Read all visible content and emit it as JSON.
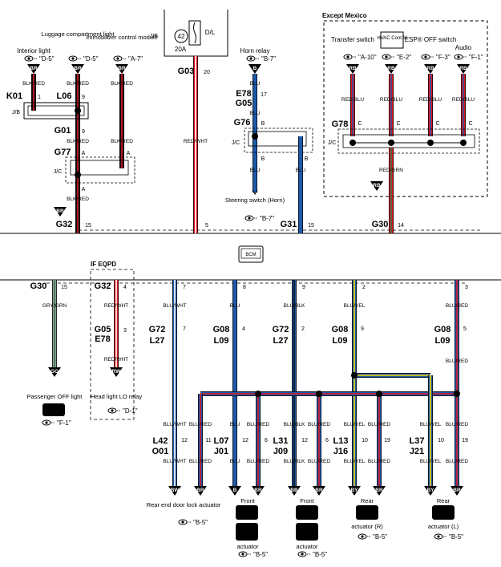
{
  "colors": {
    "BR": "#6b3a1f",
    "BLK": "#111111",
    "RED": "#e0141e",
    "WHT": "#ffffff",
    "BLU": "#1f5aa8",
    "GRY": "#9a9a9a",
    "GRN": "#2e7d52",
    "YEL": "#f2d400"
  },
  "section_except_mexico": "Except Mexico",
  "section_if_eqpd": "IF EQPD",
  "bcm_label": "BCM",
  "jb_label": "J/B",
  "jc_label": "J/C",
  "fuse": {
    "number": "42",
    "rating": "20A",
    "name": "D/L"
  },
  "top_components": [
    {
      "name": "Interior light",
      "ref": "\"D-5\"",
      "ground": "BR"
    },
    {
      "name": "Luggage compartment light",
      "ref": "\"D-5\"",
      "ground": "BR"
    },
    {
      "name": "Immobilizer control module",
      "ref": "\"A-7\"",
      "ground": "BR"
    },
    {
      "name": "Horn relay",
      "ref": "\"B-7\"",
      "ground": "B"
    },
    {
      "name": "Transfer switch",
      "ref": "\"A-10\"",
      "ground": "RB"
    },
    {
      "name": "HVAC Cont.M",
      "ref": "\"E-2\"",
      "ground": "RB"
    },
    {
      "name": "ESP® OFF switch",
      "ref": "\"F-3\"",
      "ground": "RB"
    },
    {
      "name": "Audio",
      "ref": "\"F-1\"",
      "ground": "RB"
    }
  ],
  "connectors": {
    "K01": "K01",
    "L06": "L06",
    "G01": "G01",
    "G77": "G77",
    "G32": "G32",
    "G03": "G03",
    "E78": "E78",
    "G05": "G05",
    "G76": "G76",
    "G31": "G31",
    "G78": "G78",
    "G30": "G30",
    "G72": "G72",
    "L27": "L27",
    "G08": "G08",
    "L09": "L09",
    "L42": "L42",
    "O01": "O01",
    "L07": "L07",
    "J01": "J01",
    "L31": "L31",
    "J09": "J09",
    "L13": "L13",
    "J16": "J16",
    "L37": "L37",
    "J21": "J21"
  },
  "pins": {
    "k01": "1",
    "l06": "9",
    "g01": "9",
    "g77a1": "A",
    "g77a2": "A",
    "g77a3": "A",
    "g32top": "15",
    "g03": "20",
    "bcm5": "5",
    "e78": "17",
    "g76b1": "B",
    "g76b2": "B",
    "g76b3": "B",
    "g31": "15",
    "g78c": "C",
    "g30": "14",
    "bot_g30": "15",
    "bot_g32": "4",
    "bcm7": "7",
    "bcm8": "8",
    "bcm9": "9",
    "bcm2": "2",
    "bcm3": "3",
    "g05": "3",
    "g72a": "7",
    "g08a": "4",
    "g72b": "2",
    "g08b": "9",
    "g08c": "5",
    "p12a": "12",
    "p11": "11",
    "p12b": "12",
    "p6a": "6",
    "p12c": "12",
    "p6b": "6",
    "p10a": "10",
    "p19a": "19",
    "p10b": "10",
    "p19b": "19"
  },
  "wire_labels": {
    "blk_red": "BLK/RED",
    "red_wht": "RED/WHT",
    "blu": "BLU",
    "red_blu": "RED/BLU",
    "red_grn": "RED/GRN",
    "gry_grn": "GRY/GRN",
    "blu_wht": "BLU/WHT",
    "blu_red": "BLU/RED",
    "blu_blk": "BLU/BLK",
    "blu_yel": "BLU/YEL"
  },
  "bottom_components": {
    "passenger_off": {
      "name": "Passenger OFF light",
      "ref": "\"F-1\"",
      "ground": "GG"
    },
    "headlight_relay": {
      "name": "Head light LO relay",
      "ref": "\"D-1\"",
      "ground": "RW"
    },
    "steering": {
      "name": "Steering switch (Horn)",
      "ref": "\"B-7\""
    },
    "rear_end": {
      "name": "Rear end door lock actuator",
      "ref": "\"B-5\""
    },
    "front1": {
      "title": "Front",
      "sub": "actuator",
      "ref": "\"B-5\""
    },
    "front2": {
      "title": "Front",
      "sub": "actuator",
      "ref": "\"B-5\""
    },
    "rear_r": {
      "title": "Rear",
      "sub": "actuator (R)",
      "ref": "\"B-5\""
    },
    "rear_l": {
      "title": "Rear",
      "sub": "actuator (L)",
      "ref": "\"B-5\""
    }
  },
  "grounds_bottom": [
    "BW",
    "BR",
    "B",
    "BR",
    "BB",
    "BR",
    "BY",
    "BR",
    "BY",
    "BR"
  ],
  "icon_names": [
    "eye-reference-icon",
    "fuse-icon",
    "bcm-module-icon",
    "airbag-off-icon",
    "door-actuator-icon",
    "hvac-module-icon"
  ]
}
